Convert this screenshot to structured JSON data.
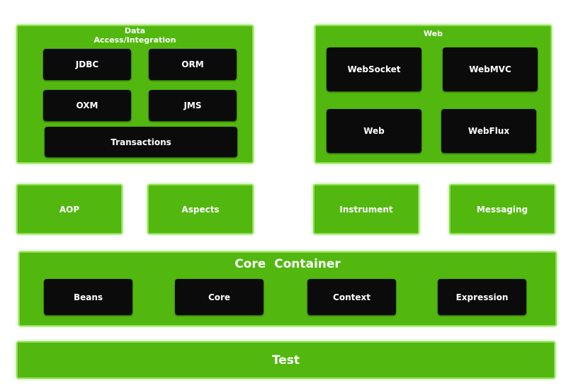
{
  "data_access": {
    "title_line1": "Data",
    "title_line2": "Access/Integration",
    "modules": {
      "jdbc": "JDBC",
      "orm": "ORM",
      "oxm": "OXM",
      "jms": "JMS",
      "transactions": "Transactions"
    }
  },
  "web": {
    "title": "Web",
    "modules": {
      "websocket": "WebSocket",
      "webmvc": "WebMVC",
      "web": "Web",
      "webflux": "WebFlux"
    }
  },
  "middle": {
    "aop": "AOP",
    "aspects": "Aspects",
    "instrument": "Instrument",
    "messaging": "Messaging"
  },
  "core_container": {
    "title": "Core  Container",
    "modules": {
      "beans": "Beans",
      "core": "Core",
      "context": "Context",
      "expression": "Expression"
    }
  },
  "test": {
    "title": "Test"
  },
  "colors": {
    "green": "#52b80f",
    "green_border": "#8ee04e",
    "module_black": "#0b0b0b",
    "text": "#ffffff"
  }
}
